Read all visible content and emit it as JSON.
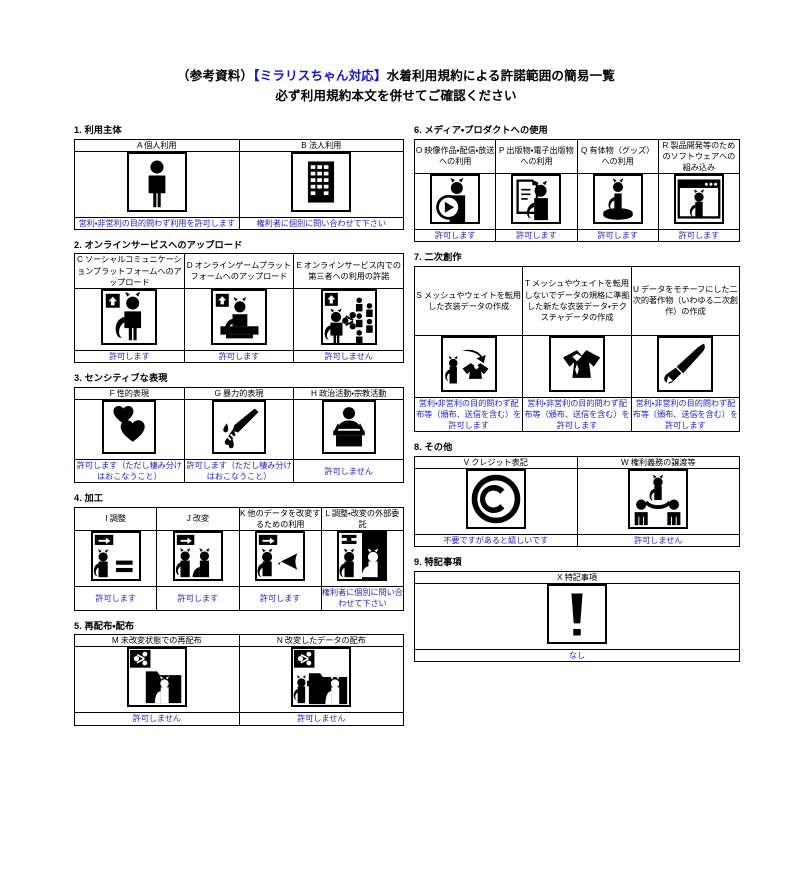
{
  "document": {
    "title_line1_prefix": "（参考資料）",
    "title_line1_blue": "【ミラリスちゃん対応】",
    "title_line1_suffix": "水着利用規約による許諾範囲の簡易一覧",
    "title_line2": "必ず利用規約本文を併せてご確認ください",
    "accent_color": "#1414c8",
    "permission_color": "#2222cc"
  },
  "sections": {
    "s1": {
      "heading": "1. 利用主体",
      "items": [
        {
          "code": "A",
          "label": "A  個人利用",
          "icon": "person-icon",
          "permission": "営利・非営利の目的問わず利用を許可します"
        },
        {
          "code": "B",
          "label": "B  法人利用",
          "icon": "building-icon",
          "permission": "権利者に個別に問い合わせて下さい"
        }
      ]
    },
    "s2": {
      "heading": "2. オンラインサービスへのアップロード",
      "items": [
        {
          "code": "C",
          "label": "C ソーシャルコミュニケーションプラットフォームへのアップロード",
          "icon": "upload-cat-icon",
          "permission": "許可します"
        },
        {
          "code": "D",
          "label": "D オンラインゲームプラットフォームへのアップロード",
          "icon": "upload-cat-monitor-icon",
          "permission": "許可します"
        },
        {
          "code": "E",
          "label": "E オンラインサービス内での第三者への利用の許諾",
          "icon": "upload-cat-share-icon",
          "permission": "許可しません"
        }
      ]
    },
    "s3": {
      "heading": "3. センシティブな表現",
      "items": [
        {
          "code": "F",
          "label": "F  性的表現",
          "icon": "hearts-icon",
          "permission": "許可します（ただし棲み分けはおこなうこと）"
        },
        {
          "code": "G",
          "label": "G  暴力的表現",
          "icon": "knife-blood-icon",
          "permission": "許可します（ただし棲み分けはおこなうこと）"
        },
        {
          "code": "H",
          "label": "H 政治活動・宗教活動",
          "icon": "podium-speaker-icon",
          "permission": "許可しません"
        }
      ]
    },
    "s4": {
      "heading": "4. 加工",
      "items": [
        {
          "code": "I",
          "label": "I  調整",
          "icon": "cat-equals-icon",
          "permission": "許可します"
        },
        {
          "code": "J",
          "label": "J  改変",
          "icon": "cat-modified-icon",
          "permission": "許可します"
        },
        {
          "code": "K",
          "label": "K 他のデータを改変するための利用",
          "icon": "cat-to-other-icon",
          "permission": "許可します"
        },
        {
          "code": "L",
          "label": "L 調整・改変の外部委託",
          "icon": "cat-outsource-icon",
          "permission": "権利者に個別に問い合わせて下さい"
        }
      ]
    },
    "s5": {
      "heading": "5. 再配布・配布",
      "items": [
        {
          "code": "M",
          "label": "M 未改変状態での再配布",
          "icon": "share-folder-cat-icon",
          "permission": "許可しません"
        },
        {
          "code": "N",
          "label": "N 改変したデータの配布",
          "icon": "share-folder-modified-cat-icon",
          "permission": "許可しません"
        }
      ]
    },
    "s6": {
      "heading": "6. メディア・プロダクトへの使用",
      "items": [
        {
          "code": "O",
          "label": "O 映像作品・配信・放送への利用",
          "icon": "cat-video-play-icon",
          "permission": "許可します"
        },
        {
          "code": "P",
          "label": "P 出版物・電子出版物への利用",
          "icon": "cat-publication-icon",
          "permission": "許可します"
        },
        {
          "code": "Q",
          "label": "Q 有体物（グッズ）への利用",
          "icon": "cat-figure-goods-icon",
          "permission": "許可します"
        },
        {
          "code": "R",
          "label": "R 製品開発等のためのソフトウェアへの組み込み",
          "icon": "cat-software-window-icon",
          "permission": "許可します"
        }
      ]
    },
    "s7": {
      "heading": "7. 二次創作",
      "items": [
        {
          "code": "S",
          "label": "S メッシュやウェイトを転用した衣装データの作成",
          "icon": "cat-to-costume-icon",
          "permission": "営利・非営利の目的問わず配布等（頒布、送信を含む）を許可します"
        },
        {
          "code": "T",
          "label": "T メッシュやウェイトを転用しないでデータの規格に準拠した新たな衣装データ・テクスチャデータの作成",
          "icon": "costume-new-icon",
          "permission": "営利・非営利の目的問わず配布等（頒布、送信を含む）を許可します"
        },
        {
          "code": "U",
          "label": "U データをモチーフにした二次的著作物（いわゆる二次創作）の作成",
          "icon": "paintbrush-icon",
          "permission": "営利・非営利の目的問わず配布等（頒布、送信を含む）を許可します"
        }
      ]
    },
    "s8": {
      "heading": "8. その他",
      "items": [
        {
          "code": "V",
          "label": "V  クレジット表記",
          "icon": "copyright-icon",
          "permission": "不要ですがあると嬉しいです"
        },
        {
          "code": "W",
          "label": "W 権利義務の譲渡等",
          "icon": "transfer-rights-icon",
          "permission": "許可しません"
        }
      ]
    },
    "s9": {
      "heading": "9. 特記事項",
      "items": [
        {
          "code": "X",
          "label": "X  特記事項",
          "icon": "exclamation-icon",
          "permission": "なし"
        }
      ]
    }
  }
}
